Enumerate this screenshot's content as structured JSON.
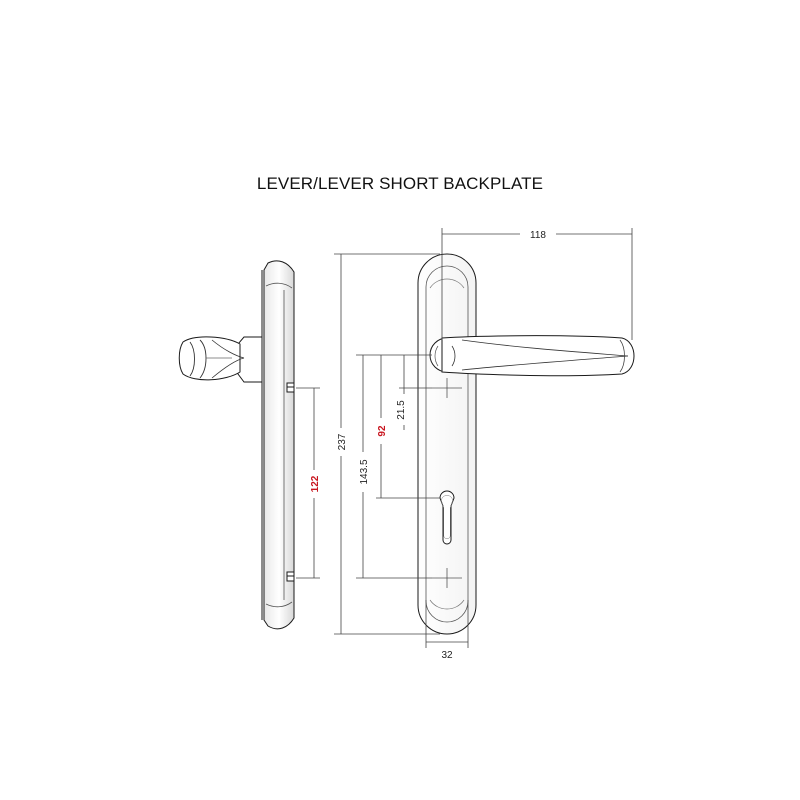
{
  "title": "LEVER/LEVER SHORT BACKPLATE",
  "colors": {
    "line": "#1a1a1a",
    "dim_line": "#444444",
    "highlight": "#c8141e"
  },
  "dimensions": {
    "overall_width": "118",
    "plate_width": "32",
    "plate_height": "237",
    "lever_to_bottom_fixing": "143.5",
    "lever_to_cylinder": "92",
    "lever_to_top_fixing": "21.5",
    "fixing_centres": "122"
  }
}
